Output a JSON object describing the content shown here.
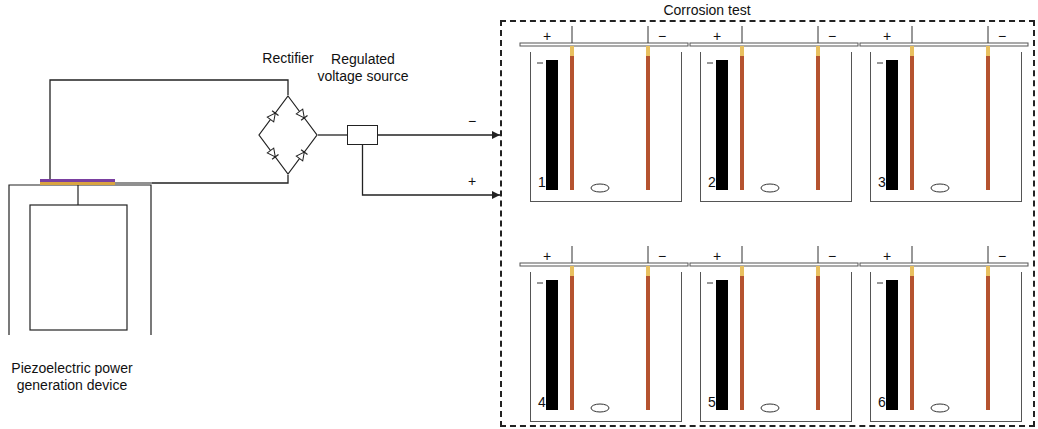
{
  "diagram": {
    "nodes": [
      {
        "text": [
          "Piezoelectric power generation device"
        ]
      },
      {
        "text": [
          "Rectifier"
        ]
      },
      {
        "text": [
          "Regulated voltage source"
        ]
      },
      {
        "text": [
          "Corrosion test"
        ]
      },
      {
        "text": [
          "+",
          "−",
          "1"
        ],
        "in": 3
      },
      {
        "text": [
          "+",
          "−",
          "2"
        ],
        "in": 3
      },
      {
        "text": [
          "+",
          "−",
          "3"
        ],
        "in": 3
      },
      {
        "text": [
          "+",
          "−",
          "4"
        ],
        "in": 3
      },
      {
        "text": [
          "+",
          "−",
          "5"
        ],
        "in": 3
      },
      {
        "text": [
          "+",
          "−",
          "6"
        ],
        "in": 3
      }
    ],
    "edges": [
      {
        "from": 0,
        "to": 1,
        "arrow": "none"
      },
      {
        "from": 0,
        "to": 1,
        "arrow": "none"
      },
      {
        "from": 1,
        "to": 2,
        "arrow": "none"
      },
      {
        "from": 2,
        "to": 3,
        "arrow": "to",
        "label": "−"
      },
      {
        "from": 2,
        "to": 3,
        "arrow": "to",
        "label": "+"
      }
    ]
  }
}
